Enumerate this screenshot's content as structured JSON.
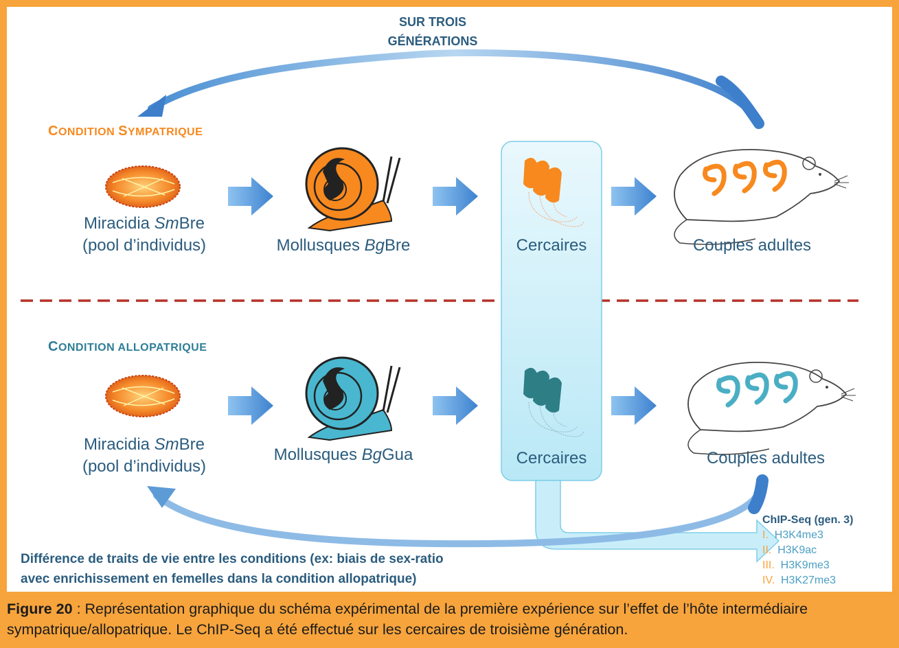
{
  "title": {
    "line1": "Sur trois",
    "line2": "générations"
  },
  "sympatric": {
    "heading_first": "C",
    "heading_rest": "ondition ",
    "heading_second_initial": "S",
    "heading_second_rest": "ympatrique",
    "miracidia_line1_a": "Miracidia ",
    "miracidia_line1_b": "Sm",
    "miracidia_line1_c": "Bre",
    "miracidia_line2": "(pool d’individus)",
    "mollusc_a": "Mollusques ",
    "mollusc_b": "Bg",
    "mollusc_c": "Bre",
    "cercariae": "Cercaires",
    "adults": "Couples adultes"
  },
  "allopatric": {
    "heading_first": "C",
    "heading_rest": "ondition allopatrique",
    "miracidia_line1_a": "Miracidia ",
    "miracidia_line1_b": "Sm",
    "miracidia_line1_c": "Bre",
    "miracidia_line2": "(pool d’individus)",
    "mollusc_a": "Mollusques ",
    "mollusc_b": "Bg",
    "mollusc_c": "Gua",
    "cercariae": "Cercaires",
    "adults": "Couples adultes"
  },
  "chipseq": {
    "header": "ChIP-Seq (gen. 3)",
    "items": [
      {
        "num": "I.",
        "mark": "H3K4me3"
      },
      {
        "num": "II.",
        "mark": "H3K9ac"
      },
      {
        "num": "III.",
        "mark": "H3K9me3"
      },
      {
        "num": "IV.",
        "mark": "H3K27me3"
      }
    ]
  },
  "difference_text": {
    "line1": "Différence de traits de vie entre les conditions (ex: biais de sex-ratio",
    "line2": "avec enrichissement en femelles dans la condition allopatrique)"
  },
  "caption": {
    "label": "Figure 20",
    "text": " : Représentation graphique du schéma expérimental de la première expérience sur l’effet de l’hôte intermédiaire sympatrique/allopatrique. Le ChIP-Seq a été effectué sur les cercaires de troisième génération."
  },
  "colors": {
    "frame": "#f7a43c",
    "sympatric": "#f7891f",
    "allopatric": "#2e7e96",
    "text": "#2b5c7e",
    "arrow": "#5aa0de",
    "divider": "#b5322a"
  }
}
